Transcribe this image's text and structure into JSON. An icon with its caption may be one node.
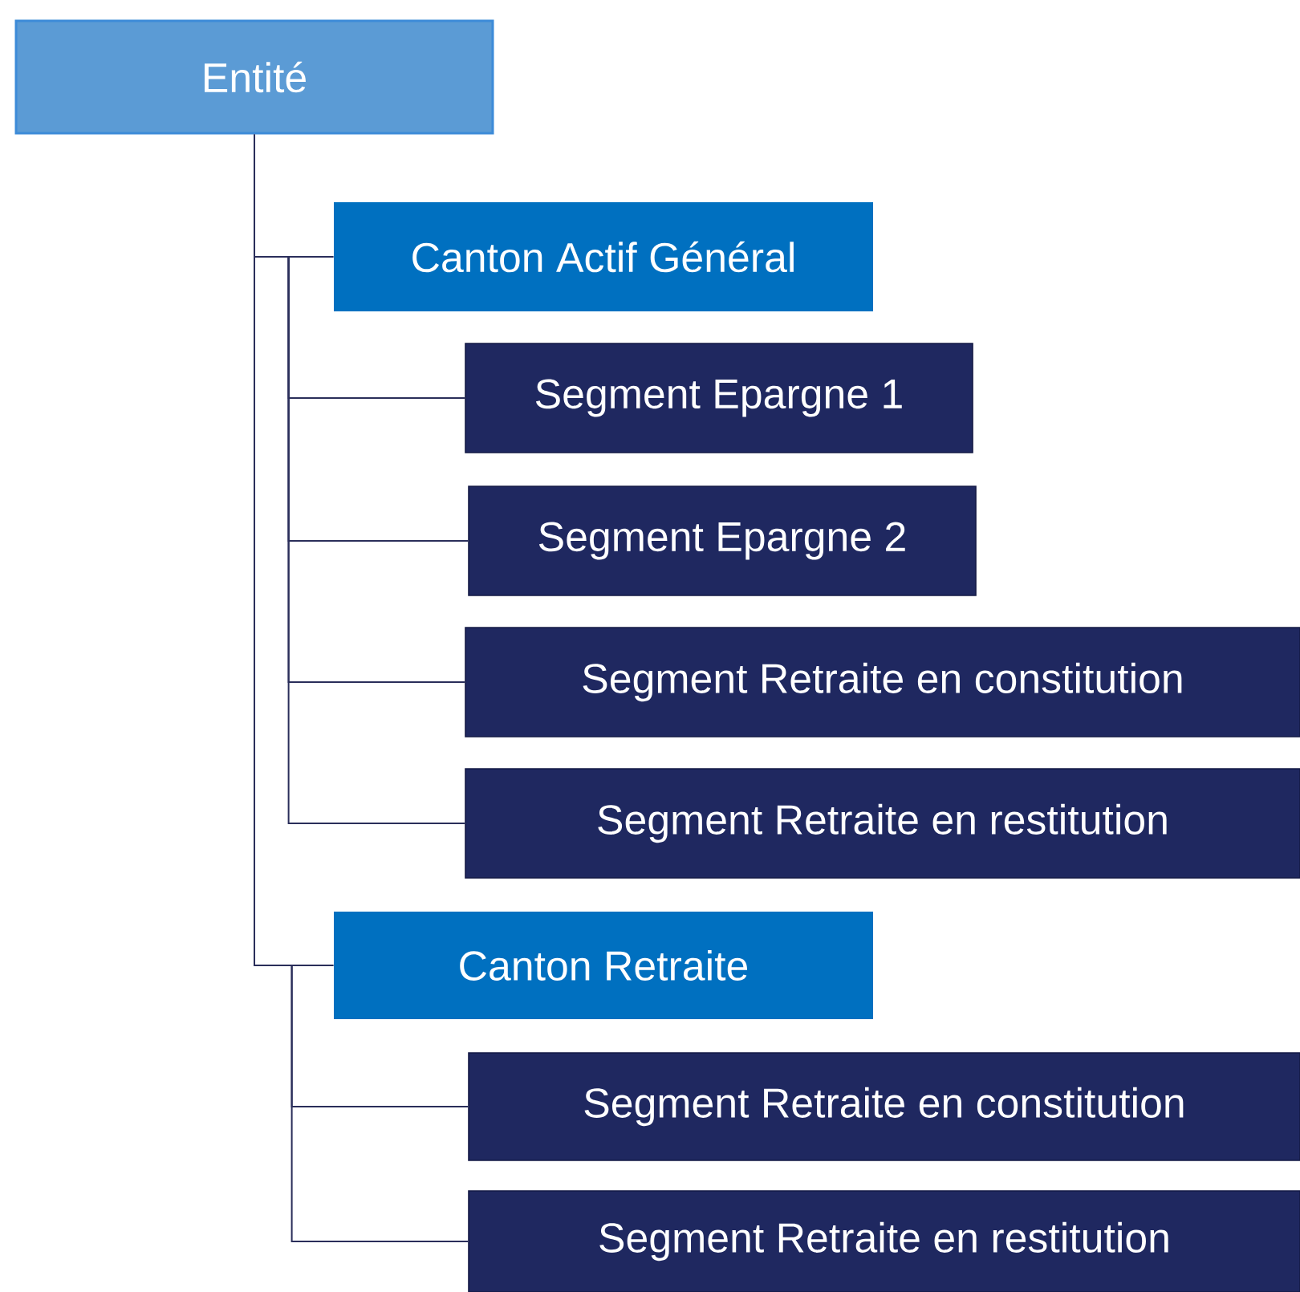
{
  "diagram": {
    "nodes": [
      {
        "text": [
          "Entité"
        ]
      },
      {
        "text": [
          "Canton Actif Général"
        ]
      },
      {
        "text": [
          "Segment Epargne 1"
        ]
      },
      {
        "text": [
          "Segment Epargne 2"
        ]
      },
      {
        "text": [
          "Segment Retraite en constitution"
        ]
      },
      {
        "text": [
          "Segment Retraite en restitution"
        ]
      },
      {
        "text": [
          "Canton Retraite"
        ]
      },
      {
        "text": [
          "Segment Retraite en constitution"
        ]
      },
      {
        "text": [
          "Segment Retraite en restitution"
        ]
      }
    ],
    "edges": [
      {
        "from": 0,
        "to": 1,
        "arrow": "none"
      },
      {
        "from": 1,
        "to": 2,
        "arrow": "none"
      },
      {
        "from": 1,
        "to": 3,
        "arrow": "none"
      },
      {
        "from": 1,
        "to": 4,
        "arrow": "none"
      },
      {
        "from": 1,
        "to": 5,
        "arrow": "none"
      },
      {
        "from": 0,
        "to": 6,
        "arrow": "none"
      },
      {
        "from": 6,
        "to": 7,
        "arrow": "none"
      },
      {
        "from": 6,
        "to": 8,
        "arrow": "none"
      }
    ]
  }
}
